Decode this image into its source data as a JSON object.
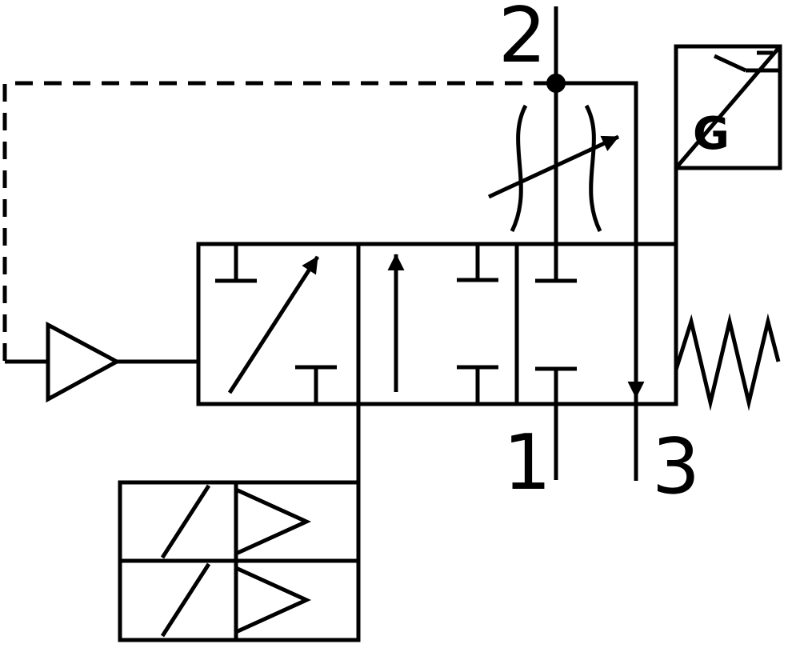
{
  "diagram": {
    "background_color": "#ffffff",
    "line_color": "#000000",
    "labels": {
      "port_top": "2",
      "port_bottom_left": "1",
      "port_bottom_right": "3",
      "sensor": "G"
    }
  }
}
